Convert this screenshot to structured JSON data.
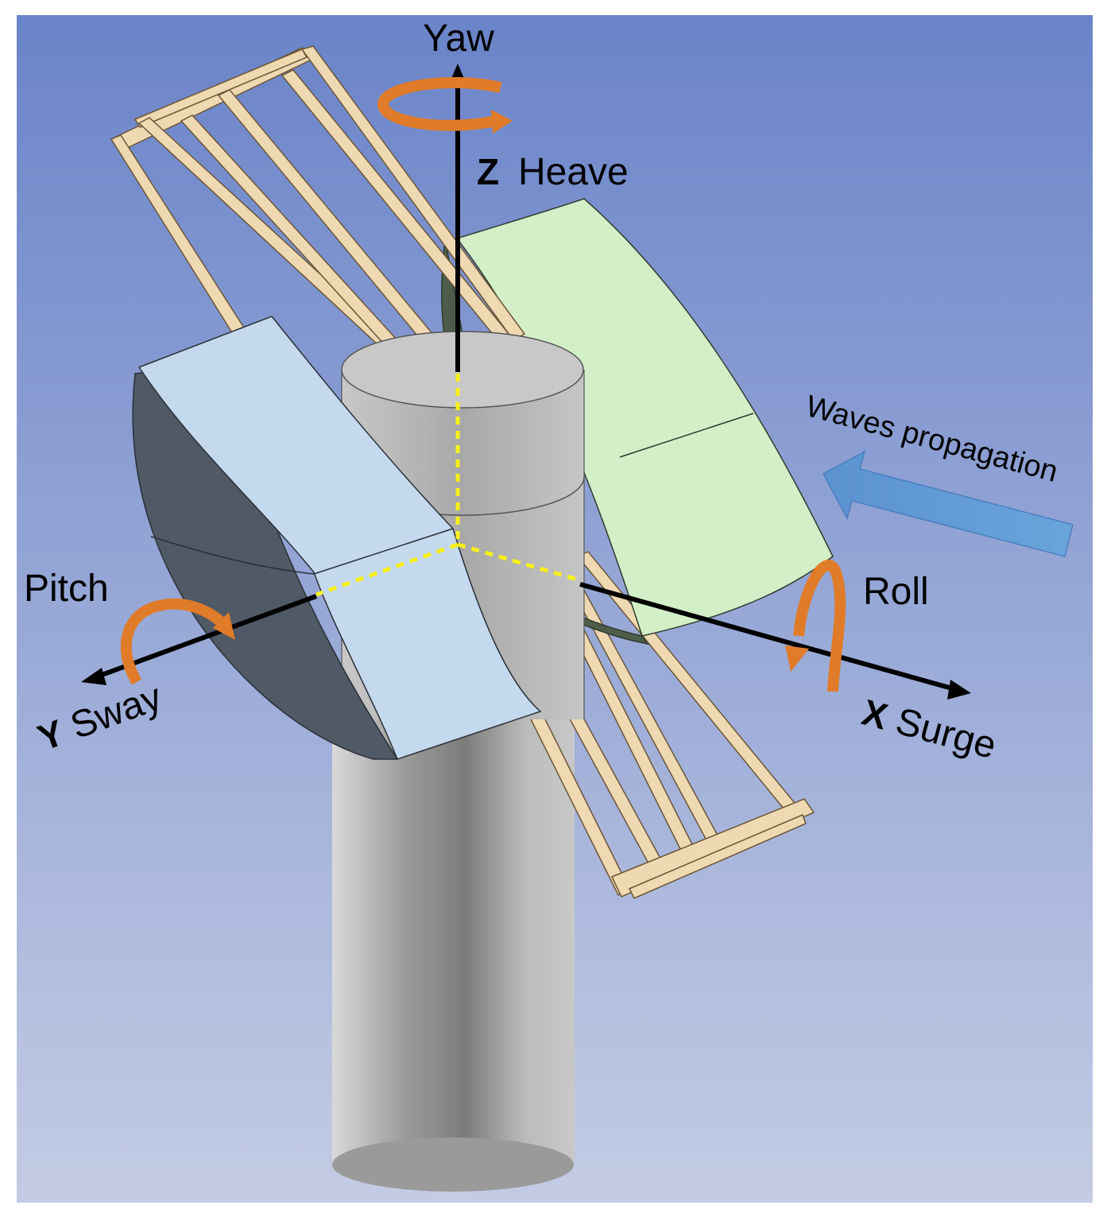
{
  "labels": {
    "yaw": "Yaw",
    "z_axis_letter": "Z",
    "heave": "Heave",
    "y_axis_letter": "Y",
    "sway": "Sway",
    "x_axis_letter": "X",
    "surge": "Surge",
    "pitch": "Pitch",
    "roll": "Roll",
    "waves": "Waves propagation"
  },
  "colors": {
    "background_top": "#6a84c9",
    "background_bottom": "#c4cce4",
    "cylinder": "#b4b4b4",
    "blue_float": "#c4d9ee",
    "blue_float_side": "#505a66",
    "green_float": "#d3efc8",
    "green_float_side": "#4e5d4a",
    "frame": "#efd9b3",
    "rotation_arrow": "#e07b2a",
    "wave_arrow": "#5f9ad4",
    "axis": "#000000",
    "origin_lines": "#f7f01a"
  },
  "icons": {
    "yaw_rotation": "curved-rotation-arrow-icon",
    "pitch_rotation": "curved-rotation-arrow-icon",
    "roll_rotation": "curved-rotation-arrow-icon",
    "waves_direction": "block-arrow-icon"
  }
}
